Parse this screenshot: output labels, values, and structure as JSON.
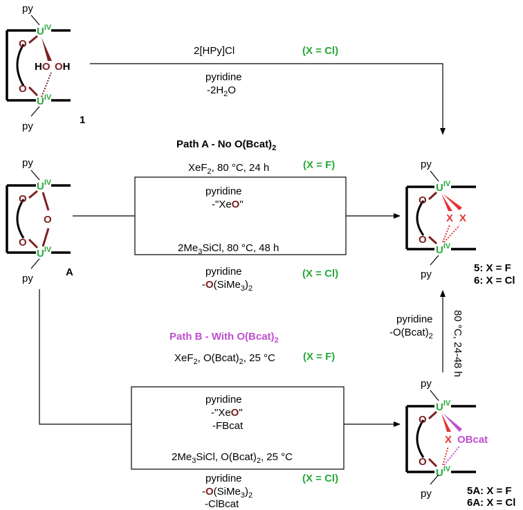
{
  "colors": {
    "uranium": "#27a83a",
    "oxygen": "#7d2020",
    "halide": "#e53333",
    "path_b": "#c04fd0",
    "condition": "#7fc241"
  },
  "atoms": {
    "py": "py",
    "u": "U",
    "u_ox": "IV",
    "o": "O",
    "oh": "OH",
    "h": "H",
    "x": "X",
    "obcat": "OBcat"
  },
  "compounds": {
    "c1": "1",
    "cA": "A",
    "c5": "5: X = F",
    "c6": "6: X = Cl",
    "c5A": "5A: X = F",
    "c6A": "6A: X = Cl"
  },
  "reaction_1": {
    "reagent": "2[HPy]Cl",
    "condition": "(X = Cl)",
    "solvent": "pyridine",
    "byproduct_pre": "-2H",
    "byproduct_sub": "2",
    "byproduct_post": "O"
  },
  "path_a": {
    "title_pre": "Path A - No O(Bcat)",
    "title_sub": "2",
    "f_reagent_pre": "XeF",
    "f_reagent_sub": "2",
    "f_reagent_post": ", 80 °C, 24 h",
    "f_condition": "(X = F)",
    "f_solvent": "pyridine",
    "f_byproduct_pre": "-\"Xe",
    "f_byproduct_o": "O",
    "f_byproduct_post": "\"",
    "cl_reagent_pre": "2Me",
    "cl_reagent_sub": "3",
    "cl_reagent_post": "SiCl, 80 °C, 48 h",
    "cl_condition": "(X = Cl)",
    "cl_solvent": "pyridine",
    "cl_byproduct_pre": "-",
    "cl_byproduct_o": "O",
    "cl_byproduct_mid": "(SiMe",
    "cl_byproduct_sub1": "3",
    "cl_byproduct_close": ")",
    "cl_byproduct_sub2": "2"
  },
  "path_b": {
    "title_pre": "Path B - With O(Bcat)",
    "title_sub": "2",
    "f_reagent_pre": "XeF",
    "f_reagent_sub": "2",
    "f_reagent_mid": ", O(Bcat)",
    "f_reagent_sub2": "2",
    "f_reagent_post": ", 25 °C",
    "f_condition": "(X = F)",
    "f_solvent": "pyridine",
    "f_byproduct1_pre": "-\"Xe",
    "f_byproduct1_o": "O",
    "f_byproduct1_post": "\"",
    "f_byproduct2": "-FBcat",
    "cl_reagent_pre": "2Me",
    "cl_reagent_sub": "3",
    "cl_reagent_mid": "SiCl, O(Bcat)",
    "cl_reagent_sub2": "2",
    "cl_reagent_post": ", 25 °C",
    "cl_condition": "(X = Cl)",
    "cl_solvent": "pyridine",
    "cl_byproduct1_pre": "-",
    "cl_byproduct1_o": "O",
    "cl_byproduct1_mid": "(SiMe",
    "cl_byproduct1_sub1": "3",
    "cl_byproduct1_close": ")",
    "cl_byproduct1_sub2": "2",
    "cl_byproduct2": "-ClBcat"
  },
  "conversion": {
    "solvent": "pyridine",
    "byproduct_pre": "-O(Bcat)",
    "byproduct_sub": "2",
    "condition": "80 °C, 24-48 h"
  }
}
